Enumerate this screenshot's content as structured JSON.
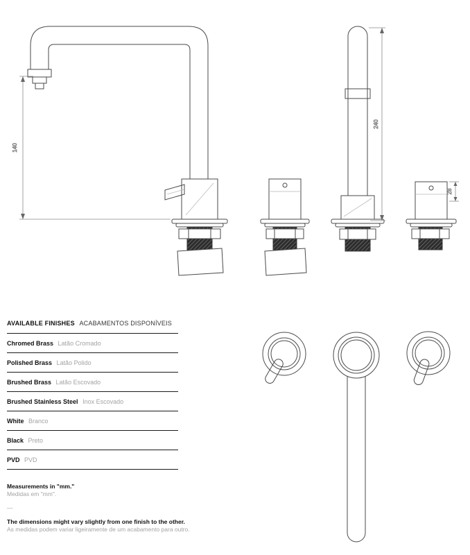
{
  "drawing": {
    "dims": {
      "side_height": "140",
      "front_height": "240",
      "valve_height": "28"
    }
  },
  "finishes": {
    "header_en": "AVAILABLE FINISHES",
    "header_pt": "ACABAMENTOS DISPONÍVEIS",
    "items": [
      {
        "en": "Chromed Brass",
        "pt": "Latão Cromado"
      },
      {
        "en": "Polished Brass",
        "pt": "Latão Polido"
      },
      {
        "en": "Brushed Brass",
        "pt": "Latão Escovado"
      },
      {
        "en": "Brushed Stainless Steel",
        "pt": "Inox Escovado"
      },
      {
        "en": "White",
        "pt": "Branco"
      },
      {
        "en": "Black",
        "pt": "Preto"
      },
      {
        "en": "PVD",
        "pt": "PVD"
      }
    ]
  },
  "notes": {
    "measure_en": "Measurements in \"mm.\"",
    "measure_pt": "Medidas em \"mm\".",
    "separator": "—",
    "variance_en": "The dimensions might vary slightly from one finish to the other.",
    "variance_pt": "As medidas podem variar ligeiramente de um acabamento para outro."
  }
}
